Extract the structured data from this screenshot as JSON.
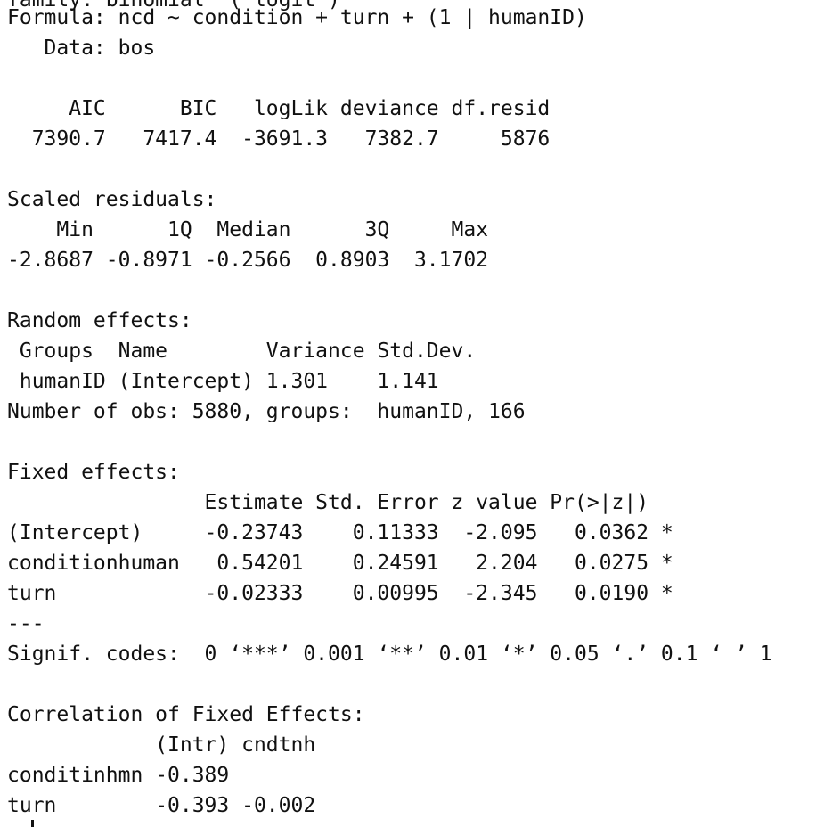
{
  "top_cut_text": "family: binomial  ( logit )",
  "formula_line": "Formula: ncd ~ condition + turn + (1 | humanID)",
  "data_line": "   Data: bos",
  "fit_header": "     AIC      BIC   logLik deviance df.resid",
  "fit_values": "  7390.7   7417.4  -3691.3   7382.7     5876",
  "scaled_residuals_title": "Scaled residuals:",
  "residuals_header": "    Min      1Q  Median      3Q     Max",
  "residuals_values": "-2.8687 -0.8971 -0.2566  0.8903  3.1702",
  "random_effects_title": "Random effects:",
  "random_effects_header": " Groups  Name        Variance Std.Dev.",
  "random_effects_row": " humanID (Intercept) 1.301    1.141",
  "nobs_line": "Number of obs: 5880, groups:  humanID, 166",
  "fixed_effects_title": "Fixed effects:",
  "fixed_effects_header": "                Estimate Std. Error z value Pr(>|z|)",
  "fixed_effects_rows": [
    "(Intercept)     -0.23743    0.11333  -2.095   0.0362 *",
    "conditionhuman   0.54201    0.24591   2.204   0.0275 *",
    "turn            -0.02333    0.00995  -2.345   0.0190 *"
  ],
  "separator": "---",
  "signif_codes": "Signif. codes:  0 ‘***’ 0.001 ‘**’ 0.01 ‘*’ 0.05 ‘.’ 0.1 ‘ ’ 1",
  "correlation_title": "Correlation of Fixed Effects:",
  "correlation_header": "            (Intr) cndtnh",
  "correlation_rows": [
    "conditinhmn -0.389",
    "turn        -0.393 -0.002"
  ]
}
